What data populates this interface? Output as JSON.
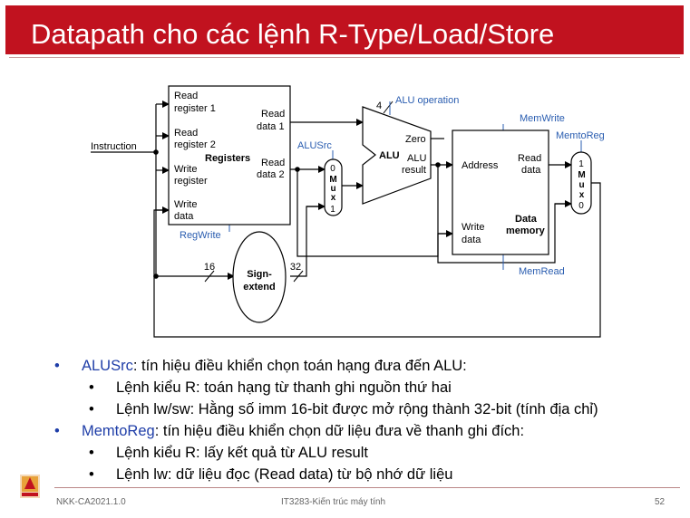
{
  "slide": {
    "title": "Datapath cho các lệnh R-Type/Load/Store",
    "footer": {
      "left": "NKK-CA2021.1.0",
      "center": "IT3283-Kiến trúc máy tính",
      "page": "52"
    }
  },
  "diagram": {
    "instruction": "Instruction",
    "registers": {
      "read_reg1": [
        "Read",
        "register 1"
      ],
      "read_reg2": [
        "Read",
        "register 2"
      ],
      "write_reg": [
        "Write",
        "register"
      ],
      "write_data": [
        "Write",
        "data"
      ],
      "name": "Registers",
      "read_data1": [
        "Read",
        "data 1"
      ],
      "read_data2": [
        "Read",
        "data 2"
      ]
    },
    "regwrite": "RegWrite",
    "sign_extend": [
      "Sign-",
      "extend"
    ],
    "bits_in": "16",
    "bits_out": "32",
    "alusrc": "ALUSrc",
    "mux_letters": [
      "M",
      "u",
      "x"
    ],
    "mux_in0": "0",
    "mux_in1": "1",
    "alu": {
      "name": "ALU",
      "zero": "Zero",
      "result": [
        "ALU",
        "result"
      ],
      "op_bits": "4",
      "op_label": "ALU operation"
    },
    "memory": {
      "memwrite": "MemWrite",
      "memread": "MemRead",
      "address": "Address",
      "read_data": [
        "Read",
        "data"
      ],
      "write_data": [
        "Write",
        "data"
      ],
      "name": [
        "Data",
        "memory"
      ]
    },
    "memtoreg": "MemtoReg"
  },
  "bullets": [
    {
      "level": 1,
      "keyword": "ALUSrc",
      "text": ": tín hiệu điều khiển chọn toán hạng đưa đến ALU:"
    },
    {
      "level": 2,
      "text": "Lệnh kiểu R: toán hạng từ thanh ghi nguồn thứ hai"
    },
    {
      "level": 2,
      "text": "Lệnh lw/sw: Hằng số imm 16-bit được mở rộng thành 32-bit (tính địa chỉ)"
    },
    {
      "level": 1,
      "keyword": "MemtoReg",
      "text": ": tín hiệu điều khiển chọn dữ liệu đưa về thanh ghi đích:"
    },
    {
      "level": 2,
      "text": "Lệnh kiểu R: lấy kết quả từ ALU result"
    },
    {
      "level": 2,
      "text": "Lệnh lw: dữ liệu đọc (Read data) từ bộ nhớ dữ liệu"
    }
  ],
  "colors": {
    "title_bg": "#c1121f",
    "accent_blue": "#1f3ea8",
    "control_blue": "#2a5db0"
  }
}
